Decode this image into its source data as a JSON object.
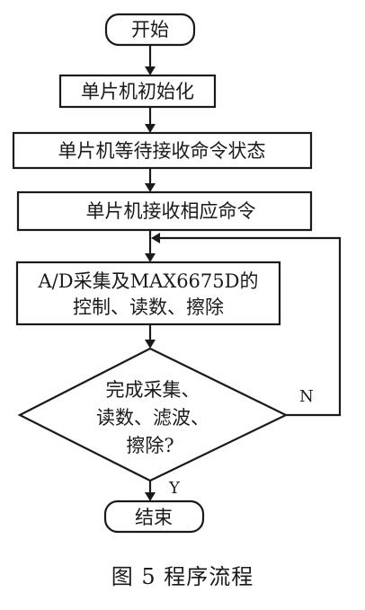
{
  "flowchart": {
    "start": "开始",
    "init": "单片机初始化",
    "wait": "单片机等待接收命令状态",
    "receive": "单片机接收相应命令",
    "process": {
      "line1": "A/D采集及MAX6675D的",
      "line2": "控制、读数、擦除"
    },
    "decision": {
      "line1": "完成采集、",
      "line2": "读数、滤波、",
      "line3": "擦除?"
    },
    "end": "结束",
    "branch_no": "N",
    "branch_yes": "Y"
  },
  "caption": "图 5  程序流程"
}
